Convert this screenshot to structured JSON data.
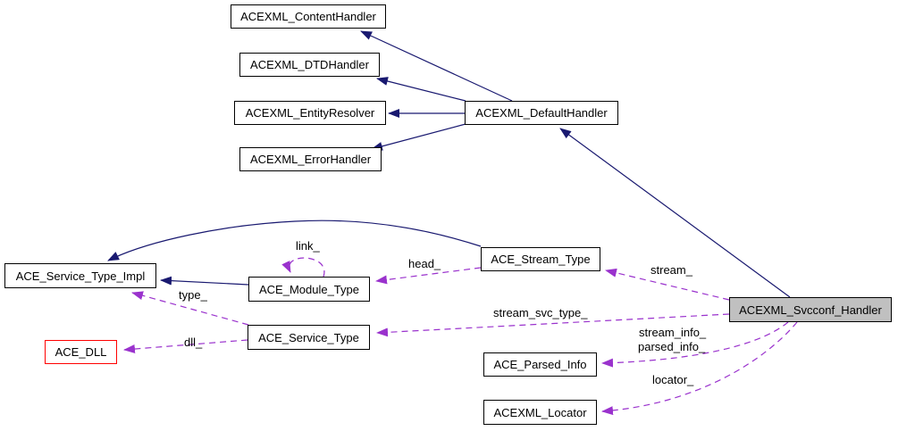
{
  "diagram": {
    "kind": "collaboration-graph",
    "colors": {
      "inheritance_edge": "#191970",
      "usage_edge": "#9a32cd",
      "node_border": "#000000",
      "node_fill": "#ffffff",
      "focus_node_fill": "#c0c0c0",
      "alert_node_border": "#ff0000",
      "text": "#000000",
      "background": "#ffffff"
    },
    "nodes": [
      {
        "id": "contenthandler",
        "label": "ACEXML_ContentHandler",
        "style": "normal"
      },
      {
        "id": "dtdhandler",
        "label": "ACEXML_DTDHandler",
        "style": "normal"
      },
      {
        "id": "entityresolver",
        "label": "ACEXML_EntityResolver",
        "style": "normal"
      },
      {
        "id": "errorhandler",
        "label": "ACEXML_ErrorHandler",
        "style": "normal"
      },
      {
        "id": "defaulthandler",
        "label": "ACEXML_DefaultHandler",
        "style": "normal"
      },
      {
        "id": "service_type_impl",
        "label": "ACE_Service_Type_Impl",
        "style": "normal"
      },
      {
        "id": "module_type",
        "label": "ACE_Module_Type",
        "style": "normal"
      },
      {
        "id": "stream_type",
        "label": "ACE_Stream_Type",
        "style": "normal"
      },
      {
        "id": "service_type",
        "label": "ACE_Service_Type",
        "style": "normal"
      },
      {
        "id": "dll",
        "label": "ACE_DLL",
        "style": "alert"
      },
      {
        "id": "parsed_info",
        "label": "ACE_Parsed_Info",
        "style": "normal"
      },
      {
        "id": "locator",
        "label": "ACEXML_Locator",
        "style": "normal"
      },
      {
        "id": "svcconf_handler",
        "label": "ACEXML_Svcconf_Handler",
        "style": "focus"
      }
    ],
    "edges": [
      {
        "from": "ACEXML_DefaultHandler",
        "to": "ACEXML_ContentHandler",
        "relation": "inheritance",
        "label": ""
      },
      {
        "from": "ACEXML_DefaultHandler",
        "to": "ACEXML_DTDHandler",
        "relation": "inheritance",
        "label": ""
      },
      {
        "from": "ACEXML_DefaultHandler",
        "to": "ACEXML_EntityResolver",
        "relation": "inheritance",
        "label": ""
      },
      {
        "from": "ACEXML_DefaultHandler",
        "to": "ACEXML_ErrorHandler",
        "relation": "inheritance",
        "label": ""
      },
      {
        "from": "ACEXML_Svcconf_Handler",
        "to": "ACEXML_DefaultHandler",
        "relation": "inheritance",
        "label": ""
      },
      {
        "from": "ACE_Stream_Type",
        "to": "ACE_Service_Type_Impl",
        "relation": "inheritance",
        "label": ""
      },
      {
        "from": "ACE_Module_Type",
        "to": "ACE_Service_Type_Impl",
        "relation": "inheritance",
        "label": ""
      },
      {
        "from": "ACE_Module_Type",
        "to": "ACE_Module_Type",
        "relation": "usage",
        "label": "link_"
      },
      {
        "from": "ACE_Stream_Type",
        "to": "ACE_Module_Type",
        "relation": "usage",
        "label": "head_"
      },
      {
        "from": "ACEXML_Svcconf_Handler",
        "to": "ACE_Stream_Type",
        "relation": "usage",
        "label": "stream_"
      },
      {
        "from": "ACE_Service_Type",
        "to": "ACE_Service_Type_Impl",
        "relation": "usage",
        "label": "type_"
      },
      {
        "from": "ACEXML_Svcconf_Handler",
        "to": "ACE_Service_Type",
        "relation": "usage",
        "label": "stream_svc_type_"
      },
      {
        "from": "ACE_Service_Type",
        "to": "ACE_DLL",
        "relation": "usage",
        "label": "dll_"
      },
      {
        "from": "ACEXML_Svcconf_Handler",
        "to": "ACE_Parsed_Info",
        "relation": "usage",
        "labels": [
          "stream_info_",
          "parsed_info_"
        ]
      },
      {
        "from": "ACEXML_Svcconf_Handler",
        "to": "ACEXML_Locator",
        "relation": "usage",
        "label": "locator_"
      }
    ]
  }
}
